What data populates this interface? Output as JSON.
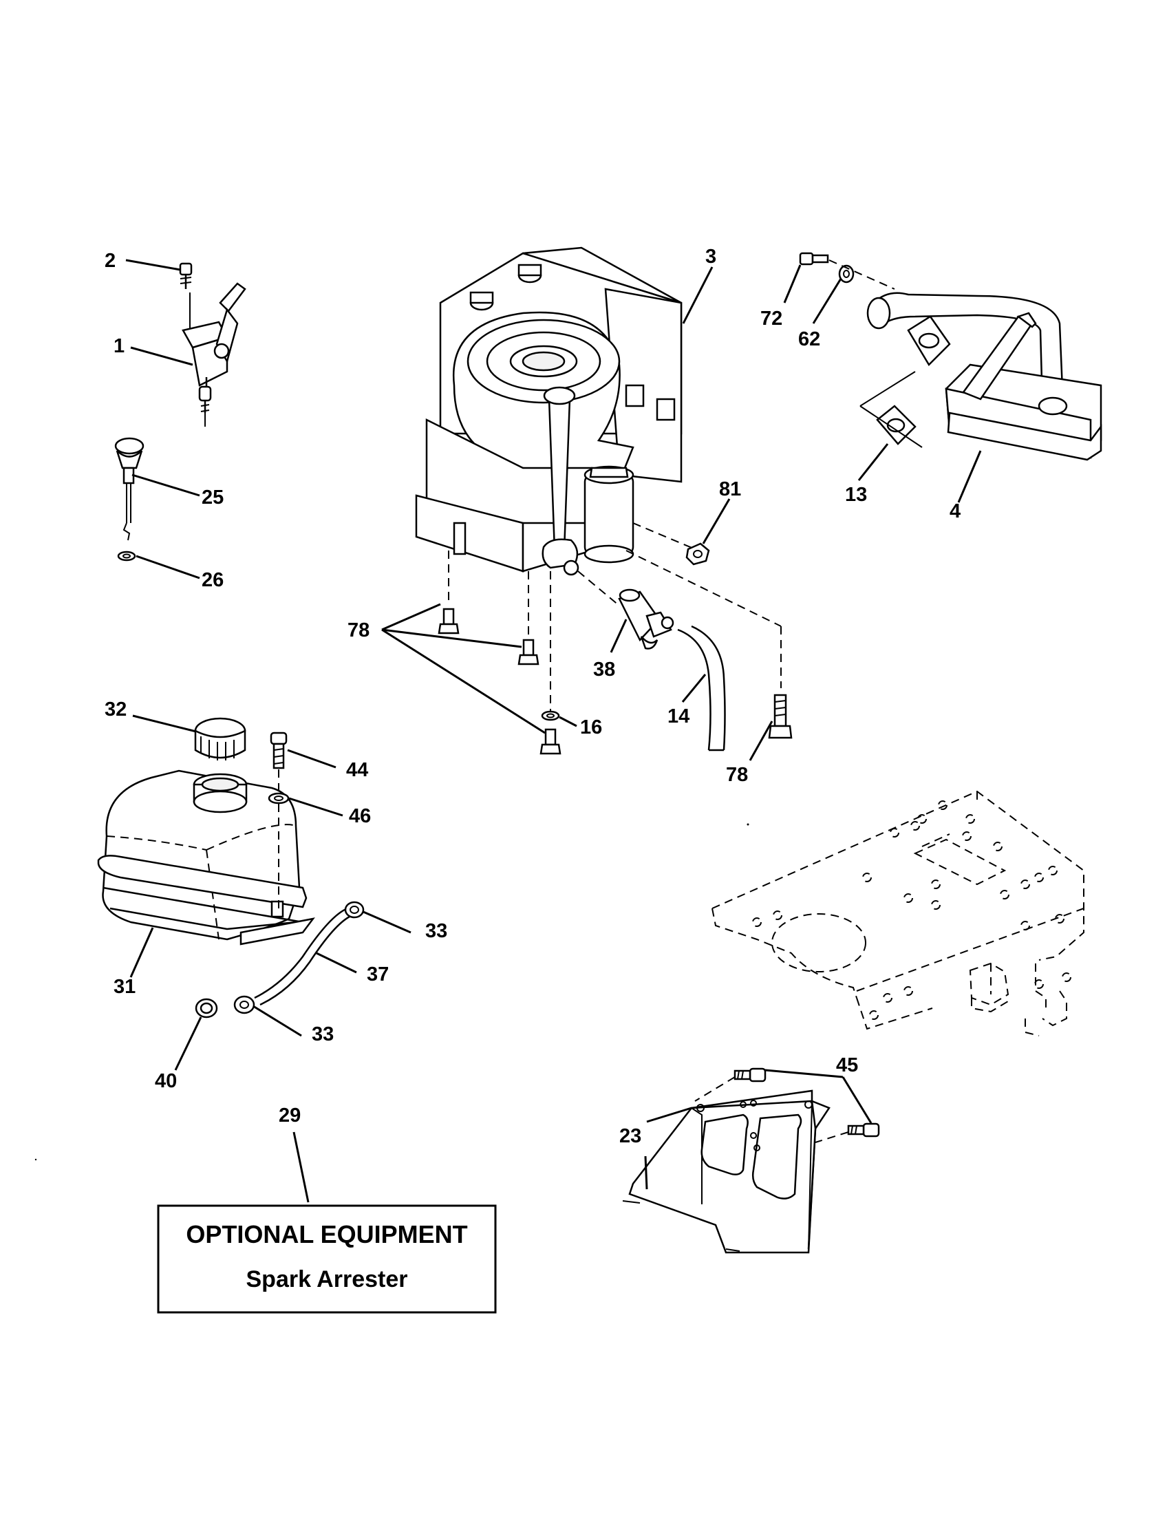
{
  "labels": {
    "p1": "1",
    "p2": "2",
    "p3": "3",
    "p4": "4",
    "p13": "13",
    "p14": "14",
    "p16": "16",
    "p23": "23",
    "p25": "25",
    "p26": "26",
    "p29": "29",
    "p31": "31",
    "p32": "32",
    "p33a": "33",
    "p33b": "33",
    "p37": "37",
    "p38": "38",
    "p40": "40",
    "p44": "44",
    "p45": "45",
    "p46": "46",
    "p62": "62",
    "p72": "72",
    "p78a": "78",
    "p78b": "78",
    "p81": "81"
  },
  "optional_box": {
    "title": "OPTIONAL EQUIPMENT",
    "subtitle": "Spark Arrester"
  }
}
